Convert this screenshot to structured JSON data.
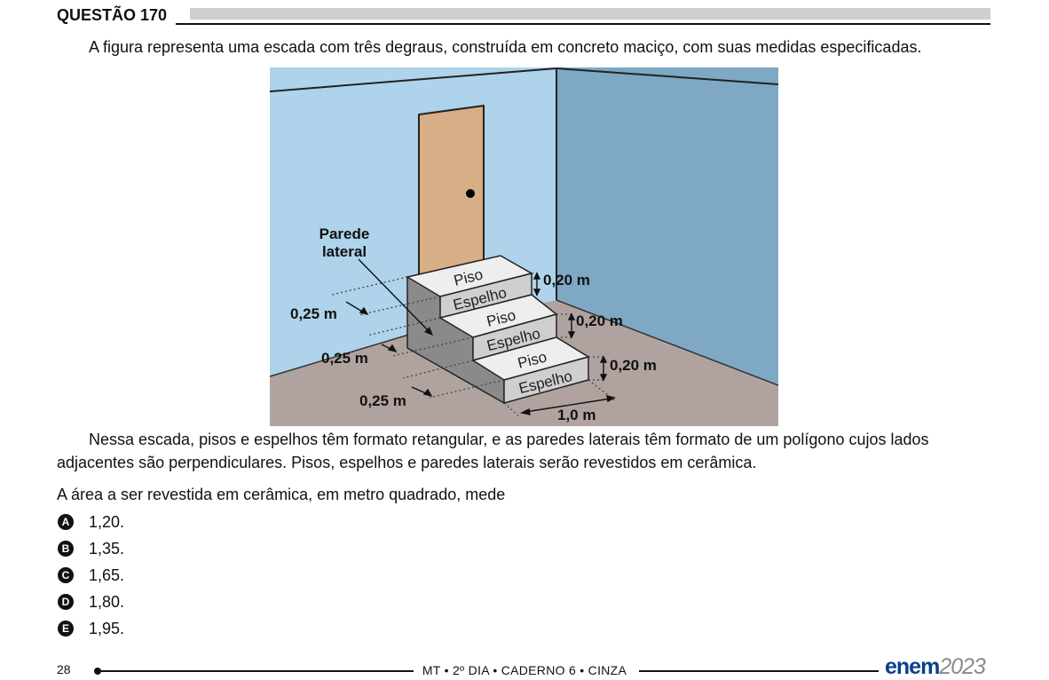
{
  "question": {
    "label": "QUESTÃO 170",
    "intro": "A figura representa uma escada com três degraus, construída em concreto maciço, com suas medidas especificadas.",
    "description": "Nessa escada, pisos e espelhos têm formato retangular, e as paredes laterais têm formato de um polígono cujos lados adjacentes são perpendiculares. Pisos, espelhos e paredes laterais serão revestidos em cerâmica.",
    "prompt": "A área a ser revestida em cerâmica, em metro quadrado, mede"
  },
  "figure": {
    "callout_line1": "Parede",
    "callout_line2": "lateral",
    "tread_label": "Piso",
    "riser_label": "Espelho",
    "height_label": "0,20 m",
    "depth_label": "0,25 m",
    "width_label": "1,0 m"
  },
  "options": [
    {
      "letter": "A",
      "value": "1,20."
    },
    {
      "letter": "B",
      "value": "1,35."
    },
    {
      "letter": "C",
      "value": "1,65."
    },
    {
      "letter": "D",
      "value": "1,80."
    },
    {
      "letter": "E",
      "value": "1,95."
    }
  ],
  "footer": {
    "page": "28",
    "center": "MT • 2º DIA • CADERNO 6 • CINZA",
    "logo_word": "enem",
    "logo_year": "2023"
  },
  "colors": {
    "wall_left": "#aed3ea",
    "wall_right": "#7fa8c4",
    "floor": "#b0a39f",
    "door": "#d8ae87",
    "logo_blue": "#0c3f8c"
  }
}
